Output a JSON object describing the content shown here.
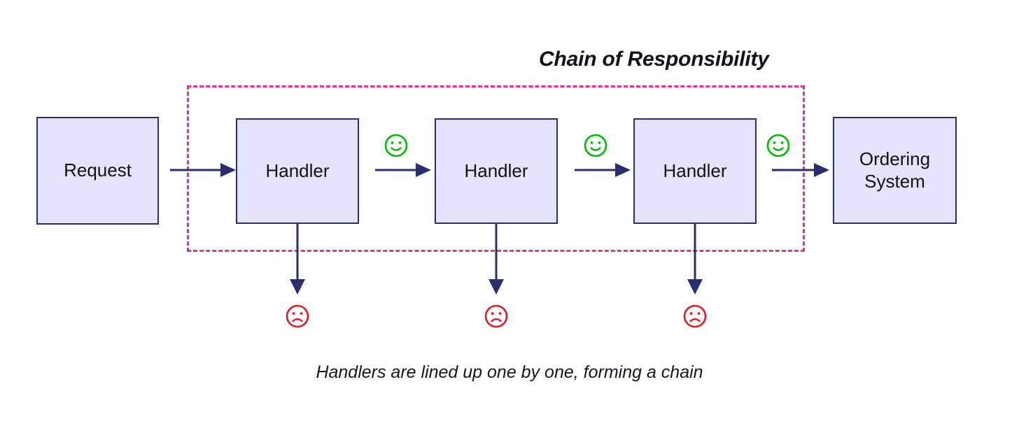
{
  "diagram": {
    "title": "Chain of Responsibility",
    "caption": "Handlers are lined up one by one, forming a chain",
    "colors": {
      "node_fill": "#e4e3fb",
      "node_border": "#2b2e6e",
      "arrow": "#2b2e6e",
      "group_border": "#ec2f8e",
      "success": "#00bb00",
      "failure": "#e01b24",
      "text": "#111111",
      "background": "#ffffff"
    },
    "nodes": [
      {
        "id": "request",
        "label": "Request"
      },
      {
        "id": "handler-1",
        "label": "Handler"
      },
      {
        "id": "handler-2",
        "label": "Handler"
      },
      {
        "id": "handler-3",
        "label": "Handler"
      },
      {
        "id": "ordering-system",
        "label_line_1": "Ordering",
        "label_line_2": "System"
      }
    ],
    "group": {
      "name": "chain-of-responsibility-group",
      "style": "dashed"
    },
    "flow_arrows": [
      {
        "id": "request-to-handler-1",
        "direction": "right"
      },
      {
        "id": "handler-1-to-handler-2",
        "direction": "right"
      },
      {
        "id": "handler-2-to-handler-3",
        "direction": "right"
      },
      {
        "id": "handler-3-to-ordering-system",
        "direction": "right"
      }
    ],
    "reject_arrows": [
      {
        "id": "handler-1-reject",
        "direction": "down"
      },
      {
        "id": "handler-2-reject",
        "direction": "down"
      },
      {
        "id": "handler-3-reject",
        "direction": "down"
      }
    ],
    "status_icons": [
      {
        "id": "pass-1",
        "type": "smiley-happy-icon",
        "meaning": "passes to next handler"
      },
      {
        "id": "pass-2",
        "type": "smiley-happy-icon",
        "meaning": "passes to next handler"
      },
      {
        "id": "pass-3",
        "type": "smiley-happy-icon",
        "meaning": "passes to ordering system"
      },
      {
        "id": "fail-1",
        "type": "smiley-sad-icon",
        "meaning": "handler rejects request"
      },
      {
        "id": "fail-2",
        "type": "smiley-sad-icon",
        "meaning": "handler rejects request"
      },
      {
        "id": "fail-3",
        "type": "smiley-sad-icon",
        "meaning": "handler rejects request"
      }
    ]
  }
}
